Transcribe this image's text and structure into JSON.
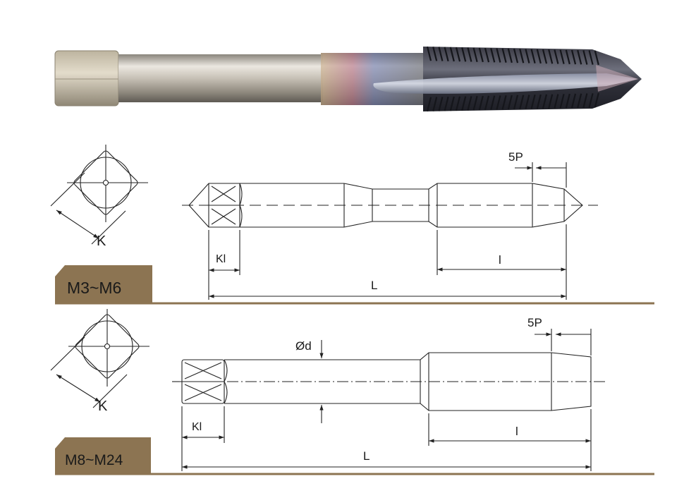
{
  "product_photo": {
    "description_icon": "spiral-point-tap-photo"
  },
  "sections": [
    {
      "id": "m3-m6",
      "badge": "M3~M6",
      "labels": {
        "pitch": "5P",
        "square": "Kl",
        "thread_length": "l",
        "overall_length": "L",
        "across_flats": "K"
      }
    },
    {
      "id": "m8-m24",
      "badge": "M8~M24",
      "labels": {
        "pitch": "5P",
        "square": "Kl",
        "thread_length": "l",
        "overall_length": "L",
        "across_flats": "K",
        "shank_diameter": "Ød"
      }
    }
  ],
  "colors": {
    "badge": "#8c7452",
    "line": "#222222",
    "shank": "#c9c2b6",
    "thread": "#4a4a52",
    "coating": "#6a4a7a"
  }
}
